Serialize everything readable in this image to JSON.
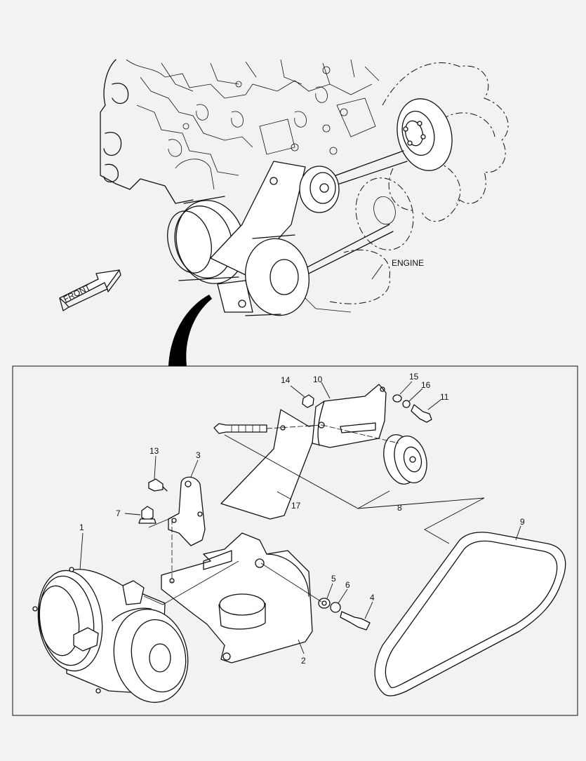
{
  "engine_view": {
    "front_arrow_label": "FRONT",
    "engine_label": "ENGINE"
  },
  "detail_view": {
    "callouts": [
      {
        "id": "1",
        "number": "1"
      },
      {
        "id": "2",
        "number": "2"
      },
      {
        "id": "3",
        "number": "3"
      },
      {
        "id": "4",
        "number": "4"
      },
      {
        "id": "5",
        "number": "5"
      },
      {
        "id": "6",
        "number": "6"
      },
      {
        "id": "7",
        "number": "7"
      },
      {
        "id": "8",
        "number": "8"
      },
      {
        "id": "9",
        "number": "9"
      },
      {
        "id": "10",
        "number": "10"
      },
      {
        "id": "11",
        "number": "11"
      },
      {
        "id": "13",
        "number": "13"
      },
      {
        "id": "14",
        "number": "14"
      },
      {
        "id": "15",
        "number": "15"
      },
      {
        "id": "16",
        "number": "16"
      },
      {
        "id": "17",
        "number": "17"
      }
    ]
  }
}
